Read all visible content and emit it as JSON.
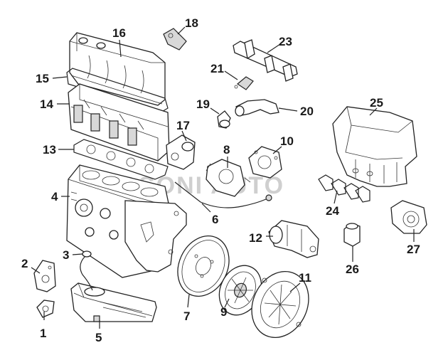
{
  "watermark": "COSONI AUTO",
  "callouts": [
    {
      "id": "1",
      "label": "1"
    },
    {
      "id": "2",
      "label": "2"
    },
    {
      "id": "3",
      "label": "3"
    },
    {
      "id": "4",
      "label": "4"
    },
    {
      "id": "5",
      "label": "5"
    },
    {
      "id": "6",
      "label": "6"
    },
    {
      "id": "7",
      "label": "7"
    },
    {
      "id": "8",
      "label": "8"
    },
    {
      "id": "9",
      "label": "9"
    },
    {
      "id": "10",
      "label": "10"
    },
    {
      "id": "11",
      "label": "11"
    },
    {
      "id": "12",
      "label": "12"
    },
    {
      "id": "13",
      "label": "13"
    },
    {
      "id": "14",
      "label": "14"
    },
    {
      "id": "15",
      "label": "15"
    },
    {
      "id": "16",
      "label": "16"
    },
    {
      "id": "17",
      "label": "17"
    },
    {
      "id": "18",
      "label": "18"
    },
    {
      "id": "19",
      "label": "19"
    },
    {
      "id": "20",
      "label": "20"
    },
    {
      "id": "21",
      "label": "21"
    },
    {
      "id": "23",
      "label": "23"
    },
    {
      "id": "24",
      "label": "24"
    },
    {
      "id": "25",
      "label": "25"
    },
    {
      "id": "26",
      "label": "26"
    },
    {
      "id": "27",
      "label": "27"
    }
  ]
}
